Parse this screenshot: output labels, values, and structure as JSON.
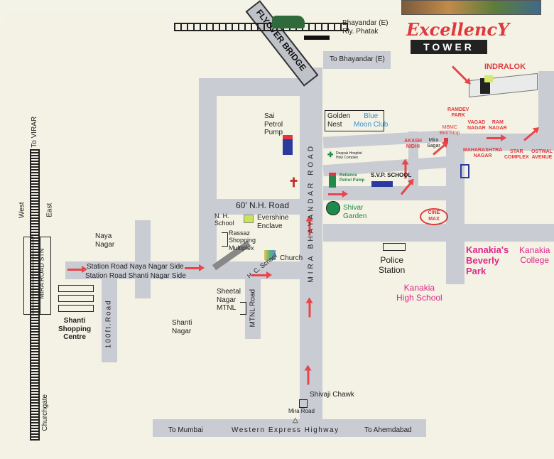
{
  "title": {
    "line1": "ExcellencY",
    "line2": "TOWER"
  },
  "colors": {
    "road": "#c9ccd3",
    "background": "#f3f2e4",
    "arrow": "#e8464a",
    "red_label": "#e0393d",
    "pink_label": "#e0288a",
    "green": "#1f8a4c"
  },
  "roads": {
    "main": "MIRA BHAYANDAR ROAD",
    "flyover": "FLYOVER BRIDGE",
    "nh": "60' N.H. Road",
    "station_naya": "Station Road  Naya Nagar Side",
    "station_shanti": "Station Road  Shanti Nagar Side",
    "hundred_ft": "100ft.Road",
    "mtnl": "MTNL Road",
    "hc_school": "H. C. School",
    "highway": "Western Express Highway",
    "to_mumbai": "To Mumbai",
    "to_ahemdabad": "To Ahemdabad",
    "to_bhayandar": "To Bhayandar (E)",
    "to_virar": "To VIRAR",
    "churchgate": "Churchgate"
  },
  "places": {
    "bhayandar_phatak": "Bhayandar (E)\nRly. Phatak",
    "indralok": "INDRALOK",
    "sai_petrol": "Sai\nPetrol\nPump",
    "golden_nest": "Golden\nNest",
    "blue_moon": "Blue\nMoon Club",
    "deepak": "Deepak Hospital\nHoly Complex",
    "reliance": "Reliance\nPetrol Pump",
    "svp": "S.V.P. SCHOOL",
    "shivar": "Shivar\nGarden",
    "akash": "AKASH\nNIDHI",
    "mira_sagar": "Mira\nSagar",
    "mbmc": "MBMC\nBus Stop",
    "ramdev": "RAMDEV\nPARK",
    "vagad": "VAGAD\nNAGAR",
    "ram_nagar": "RAM\nNAGAR",
    "maharashtra": "MAHARASHTRA\nNAGAR",
    "star": "STAR\nCOMPLEX",
    "ostwal": "OSTWAL\nAVENUE",
    "cinemax": "CINE\nMAX",
    "police": "Police\nStation",
    "kanakia_beverly": "Kanakia's\nBeverly\nPark",
    "kanakia_college": "Kanakia\nCollege",
    "kanakia_high": "Kanakia\nHigh School",
    "nh_school": "N. H.\nSchool",
    "evershine": "Evershine\nEnclave",
    "rassaz": "Rassaz\nShopping\nMultiplex",
    "church": "Church",
    "naya_nagar": "Naya\nNagar",
    "shanti_nagar": "Shanti\nNagar",
    "sheetal": "Sheetal\nNagar\nMTNL",
    "shanti_centre": "Shanti\nShopping\nCentre",
    "station": "MIRA ROAD STN",
    "west": "West",
    "east": "East",
    "shivaji": "Shivaji Chawk",
    "mira_road": "Mira Road"
  }
}
